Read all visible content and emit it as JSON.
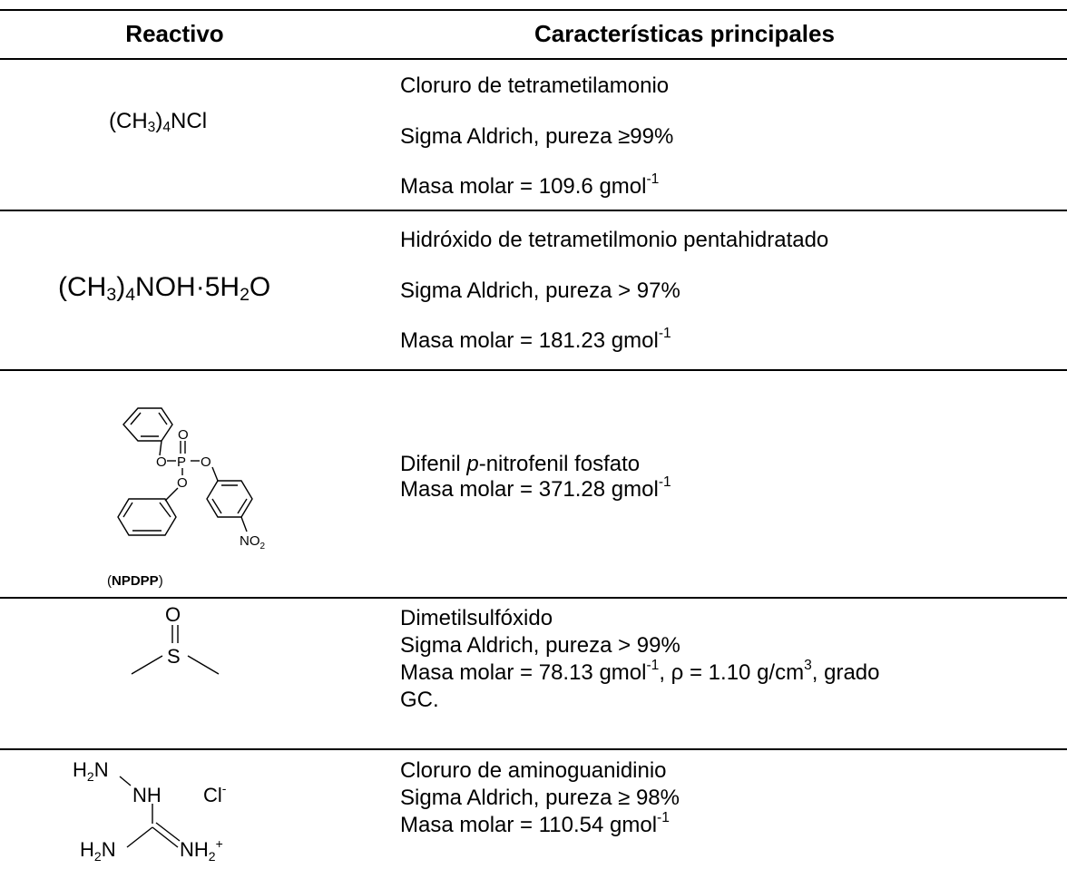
{
  "table": {
    "headers": {
      "reagent": "Reactivo",
      "features": "Características principales"
    },
    "rows": [
      {
        "formula_main": "(CH",
        "formula_sub1": "3",
        "formula_mid": ")",
        "formula_sub2": "4",
        "formula_end": "NCl",
        "l1": "Cloruro de tetrametilamonio",
        "l2": "Sigma Aldrich, pureza ≥99%",
        "l3_main": "Masa molar = 109.6 gmol",
        "l3_sup": "-1"
      },
      {
        "f_a": "(CH",
        "f_b": "3",
        "f_c": ")",
        "f_d": "4",
        "f_e": "NOH·5H",
        "f_f": "2",
        "f_g": "O",
        "l1": "Hidróxido de tetrametilmonio pentahidratado",
        "l2": "Sigma Aldrich, pureza > 97%",
        "l3_main": "Masa molar = 181.23 gmol",
        "l3_sup": "-1"
      },
      {
        "structure_label": "NPDPP",
        "atoms": {
          "O": "O",
          "P": "P",
          "NO": "NO",
          "NO_sub": "2"
        },
        "l1_main": "Difenil ",
        "l1_italic": "p",
        "l1_rest": "-nitrofenil fosfato",
        "l2_main": "Masa molar = 371.28 gmol",
        "l2_sup": "-1"
      },
      {
        "atoms": {
          "O": "O",
          "S": "S"
        },
        "l1": "Dimetilsulfóxido",
        "l2": "Sigma Aldrich, pureza > 99%",
        "l3_a": "Masa molar = 78.13 gmol",
        "l3_sup1": "-1",
        "l3_b": ", ρ = 1.10 g/cm",
        "l3_sup2": "3",
        "l3_c": ", grado",
        "l4": "GC."
      },
      {
        "atoms": {
          "H": "H",
          "H_sub": "2",
          "N": "N",
          "NH": "NH",
          "Cl": "Cl",
          "minus": "-",
          "plus": "+"
        },
        "l1": "Cloruro de aminoguanidinio",
        "l2": "Sigma Aldrich, pureza ≥ 98%",
        "l3_main": "Masa molar = 110.54 gmol",
        "l3_sup": "-1"
      }
    ]
  }
}
